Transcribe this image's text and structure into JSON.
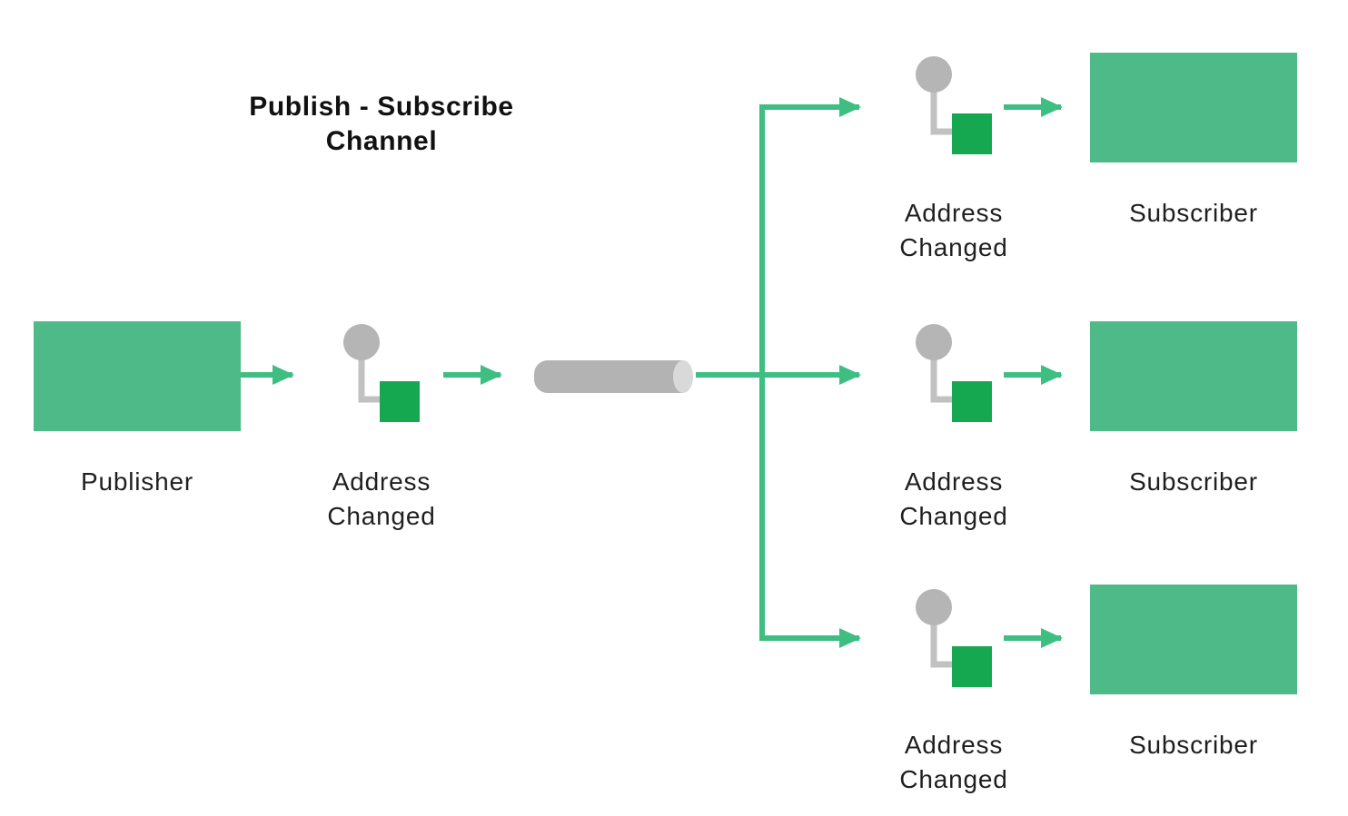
{
  "title": {
    "line1": "Publish - Subscribe",
    "line2": "Channel"
  },
  "publisher": {
    "label": "Publisher",
    "message": {
      "line1": "Address",
      "line2": "Changed"
    }
  },
  "channel": {
    "name": "publish-subscribe-channel",
    "shape": "pipe-cylinder"
  },
  "subscribers": [
    {
      "label": "Subscriber",
      "message": {
        "line1": "Address",
        "line2": "Changed"
      }
    },
    {
      "label": "Subscriber",
      "message": {
        "line1": "Address",
        "line2": "Changed"
      }
    },
    {
      "label": "Subscriber",
      "message": {
        "line1": "Address",
        "line2": "Changed"
      }
    }
  ],
  "icons": {
    "message": "message-icon (gray circle + stem + green square)",
    "pipe": "channel-pipe-icon (gray horizontal cylinder)"
  },
  "colors": {
    "node_green": "#4DBA87",
    "message_green": "#16A850",
    "arrow_green": "#3EBE80",
    "icon_gray": "#B5B5B5",
    "stem_gray": "#C1C1C1",
    "pipe_gray": "#B3B3B3",
    "pipe_cap_gray": "#D9D9D9",
    "text": "#1F1F1F",
    "background": "#FFFFFF"
  }
}
